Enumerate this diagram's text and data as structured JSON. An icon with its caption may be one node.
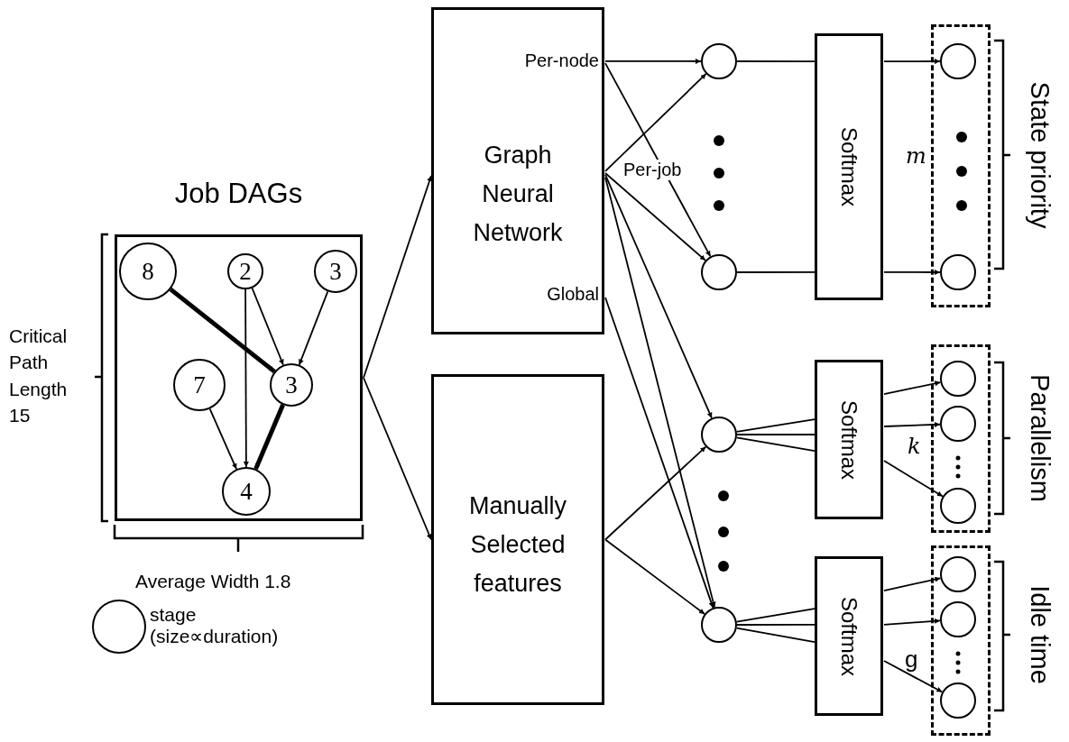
{
  "diagram": {
    "nodes": [
      {
        "text": [
          "Job DAGs"
        ]
      },
      {
        "text": [
          "8"
        ],
        "in": 0
      },
      {
        "text": [
          "2"
        ],
        "in": 0
      },
      {
        "text": [
          "3"
        ],
        "in": 0
      },
      {
        "text": [
          "7"
        ],
        "in": 0
      },
      {
        "text": [
          "3"
        ],
        "in": 0
      },
      {
        "text": [
          "4"
        ],
        "in": 0
      },
      {
        "text": [
          "Per-node",
          "Graph Neural Network",
          "Global"
        ]
      },
      {
        "text": [
          "Manually Selected features"
        ]
      },
      {
        "text": [],
        "shape": "circle"
      },
      {
        "text": [],
        "shape": "circle"
      },
      {
        "text": [],
        "shape": "circle"
      },
      {
        "text": [],
        "shape": "circle"
      },
      {
        "text": [
          "Softmax"
        ]
      },
      {
        "text": [
          "Softmax"
        ]
      },
      {
        "text": [
          "Softmax"
        ]
      },
      {
        "text": [],
        "shape": "box"
      },
      {
        "text": [],
        "shape": "circle",
        "in": 16
      },
      {
        "text": [],
        "shape": "circle",
        "in": 16
      },
      {
        "text": [],
        "shape": "box"
      },
      {
        "text": [],
        "shape": "circle",
        "in": 19
      },
      {
        "text": [],
        "shape": "circle",
        "in": 19
      },
      {
        "text": [],
        "shape": "circle",
        "in": 19
      },
      {
        "text": [],
        "shape": "box"
      },
      {
        "text": [],
        "shape": "circle",
        "in": 23
      },
      {
        "text": [],
        "shape": "circle",
        "in": 23
      },
      {
        "text": [],
        "shape": "circle",
        "in": 23
      }
    ],
    "edges": [
      {
        "from": 0,
        "to": 7,
        "arrow": "to"
      },
      {
        "from": 0,
        "to": 8,
        "arrow": "to"
      },
      {
        "from": 1,
        "to": 5,
        "arrow": "to",
        "style": "thick"
      },
      {
        "from": 2,
        "to": 5,
        "arrow": "to"
      },
      {
        "from": 3,
        "to": 5,
        "arrow": "to"
      },
      {
        "from": 2,
        "to": 6,
        "arrow": "to"
      },
      {
        "from": 4,
        "to": 6,
        "arrow": "to"
      },
      {
        "from": 5,
        "to": 6,
        "arrow": "to",
        "style": "thick"
      },
      {
        "from": 7,
        "to": 9,
        "arrow": "to"
      },
      {
        "from": 7,
        "to": 10,
        "arrow": "to"
      },
      {
        "from": 7,
        "to": 9,
        "arrow": "to"
      },
      {
        "from": 7,
        "to": 10,
        "arrow": "to"
      },
      {
        "from": 7,
        "to": 11,
        "arrow": "to"
      },
      {
        "from": 7,
        "to": 12,
        "arrow": "to"
      },
      {
        "from": 7,
        "to": 12,
        "arrow": "to"
      },
      {
        "from": 8,
        "to": 11,
        "arrow": "to"
      },
      {
        "from": 8,
        "to": 12,
        "arrow": "to"
      },
      {
        "from": 9,
        "to": 13,
        "arrow": "none"
      },
      {
        "from": 10,
        "to": 13,
        "arrow": "none"
      },
      {
        "from": 13,
        "to": 17,
        "arrow": "to"
      },
      {
        "from": 13,
        "to": 18,
        "arrow": "to"
      },
      {
        "from": 11,
        "to": 14,
        "arrow": "none"
      },
      {
        "from": 11,
        "to": 14,
        "arrow": "none"
      },
      {
        "from": 11,
        "to": 14,
        "arrow": "none"
      },
      {
        "from": 14,
        "to": 20,
        "arrow": "to"
      },
      {
        "from": 14,
        "to": 21,
        "arrow": "to"
      },
      {
        "from": 14,
        "to": 22,
        "arrow": "to"
      },
      {
        "from": 12,
        "to": 15,
        "arrow": "none"
      },
      {
        "from": 12,
        "to": 15,
        "arrow": "none"
      },
      {
        "from": 12,
        "to": 15,
        "arrow": "none"
      },
      {
        "from": 15,
        "to": 24,
        "arrow": "to"
      },
      {
        "from": 15,
        "to": 25,
        "arrow": "to"
      },
      {
        "from": 15,
        "to": 26,
        "arrow": "to"
      }
    ],
    "labels": [
      "Critical Path Length 15",
      "Average Width 1.8",
      "Per-job",
      "m",
      "k",
      "g",
      "State priority",
      "Parallelism",
      "Idle time"
    ],
    "legend": [
      {
        "text": "stage (size∝duration)"
      }
    ]
  }
}
